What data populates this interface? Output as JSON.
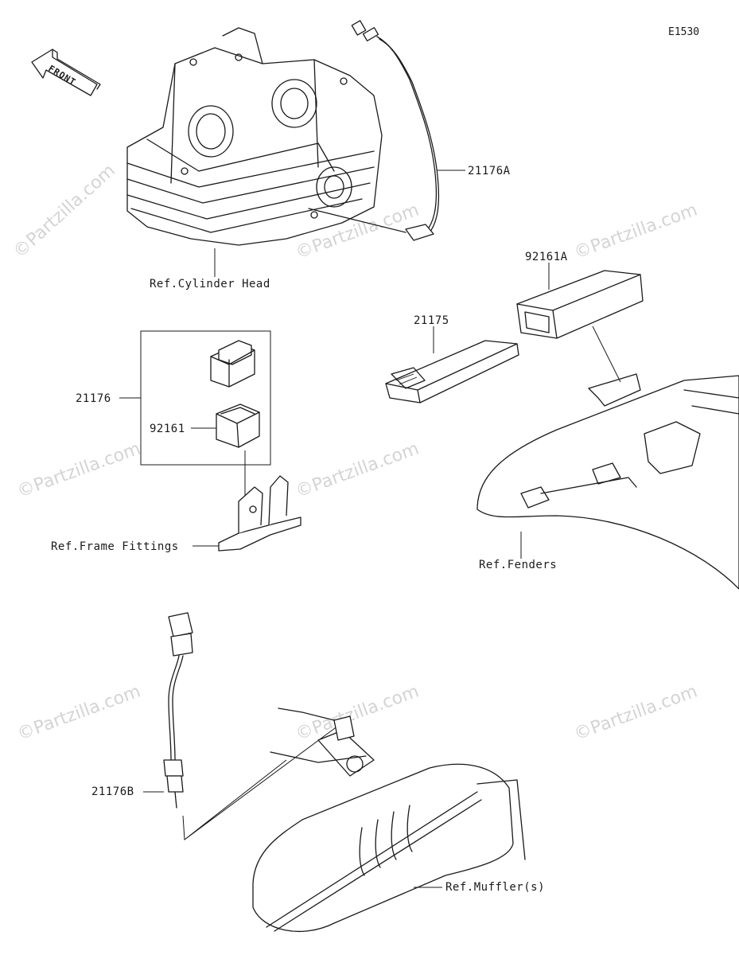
{
  "diagram_code": "E1530",
  "front_label": "FRONT",
  "watermark": "©Partzilla.com",
  "parts": {
    "p21176A": "21176A",
    "p92161A": "92161A",
    "p21175": "21175",
    "p21176": "21176",
    "p92161": "92161",
    "p21176B": "21176B"
  },
  "references": {
    "cylinder_head": "Ref.Cylinder Head",
    "frame_fittings": "Ref.Frame Fittings",
    "fenders": "Ref.Fenders",
    "mufflers": "Ref.Muffler(s)"
  }
}
